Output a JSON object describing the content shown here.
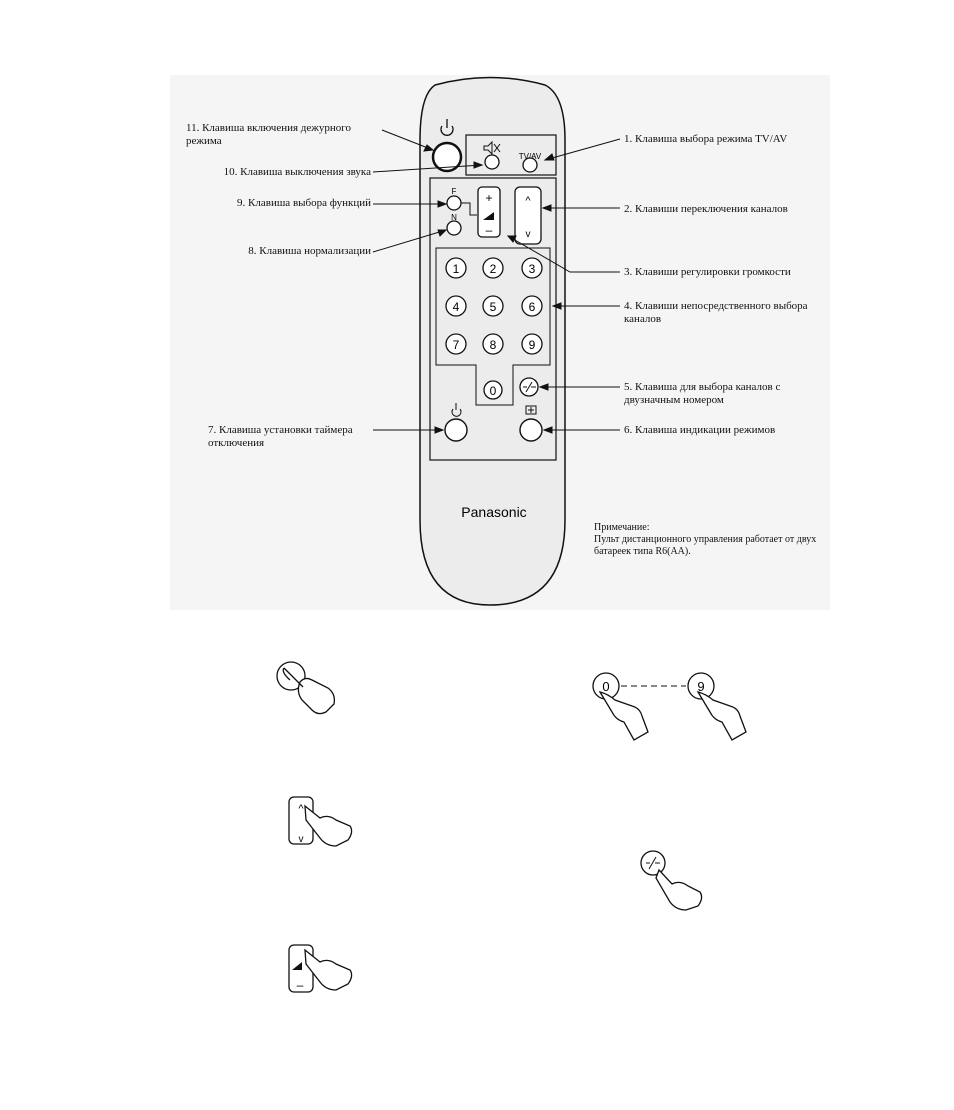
{
  "remote": {
    "brand": "Panasonic",
    "buttons": {
      "tvav": "TV/AV",
      "f": "F",
      "n": "N",
      "plus": "+",
      "minus": "–",
      "up": "^",
      "down": "v",
      "digits": [
        "1",
        "2",
        "3",
        "4",
        "5",
        "6",
        "7",
        "8",
        "9",
        "0"
      ]
    }
  },
  "labels": {
    "l1": "1. Клавиша выбора режима TV/AV",
    "l2": "2. Клавиши переключения каналов",
    "l3": "3. Клавиши регулировки громкости",
    "l4": "4. Клавиши непосредственного выбора каналов",
    "l5": "5. Клавиша для выбора каналов с двузначным номером",
    "l6": "6. Клавиша индикации режимов",
    "l7": "7. Клавиша установки таймера отключения",
    "l8": "8. Клавиша нормализации",
    "l9": "9. Клавиша выбора функций",
    "l10": "10. Клавиша выключения звука",
    "l11": "11. Клавиша включения дежурного режима"
  },
  "note": {
    "title": "Примечание:",
    "text": "Пульт дистанционного управления работает от двух батареек типа R6(AA)."
  },
  "illustrations": {
    "digit_start": "0",
    "digit_end": "9",
    "up": "^",
    "down": "v",
    "minus": "–"
  }
}
